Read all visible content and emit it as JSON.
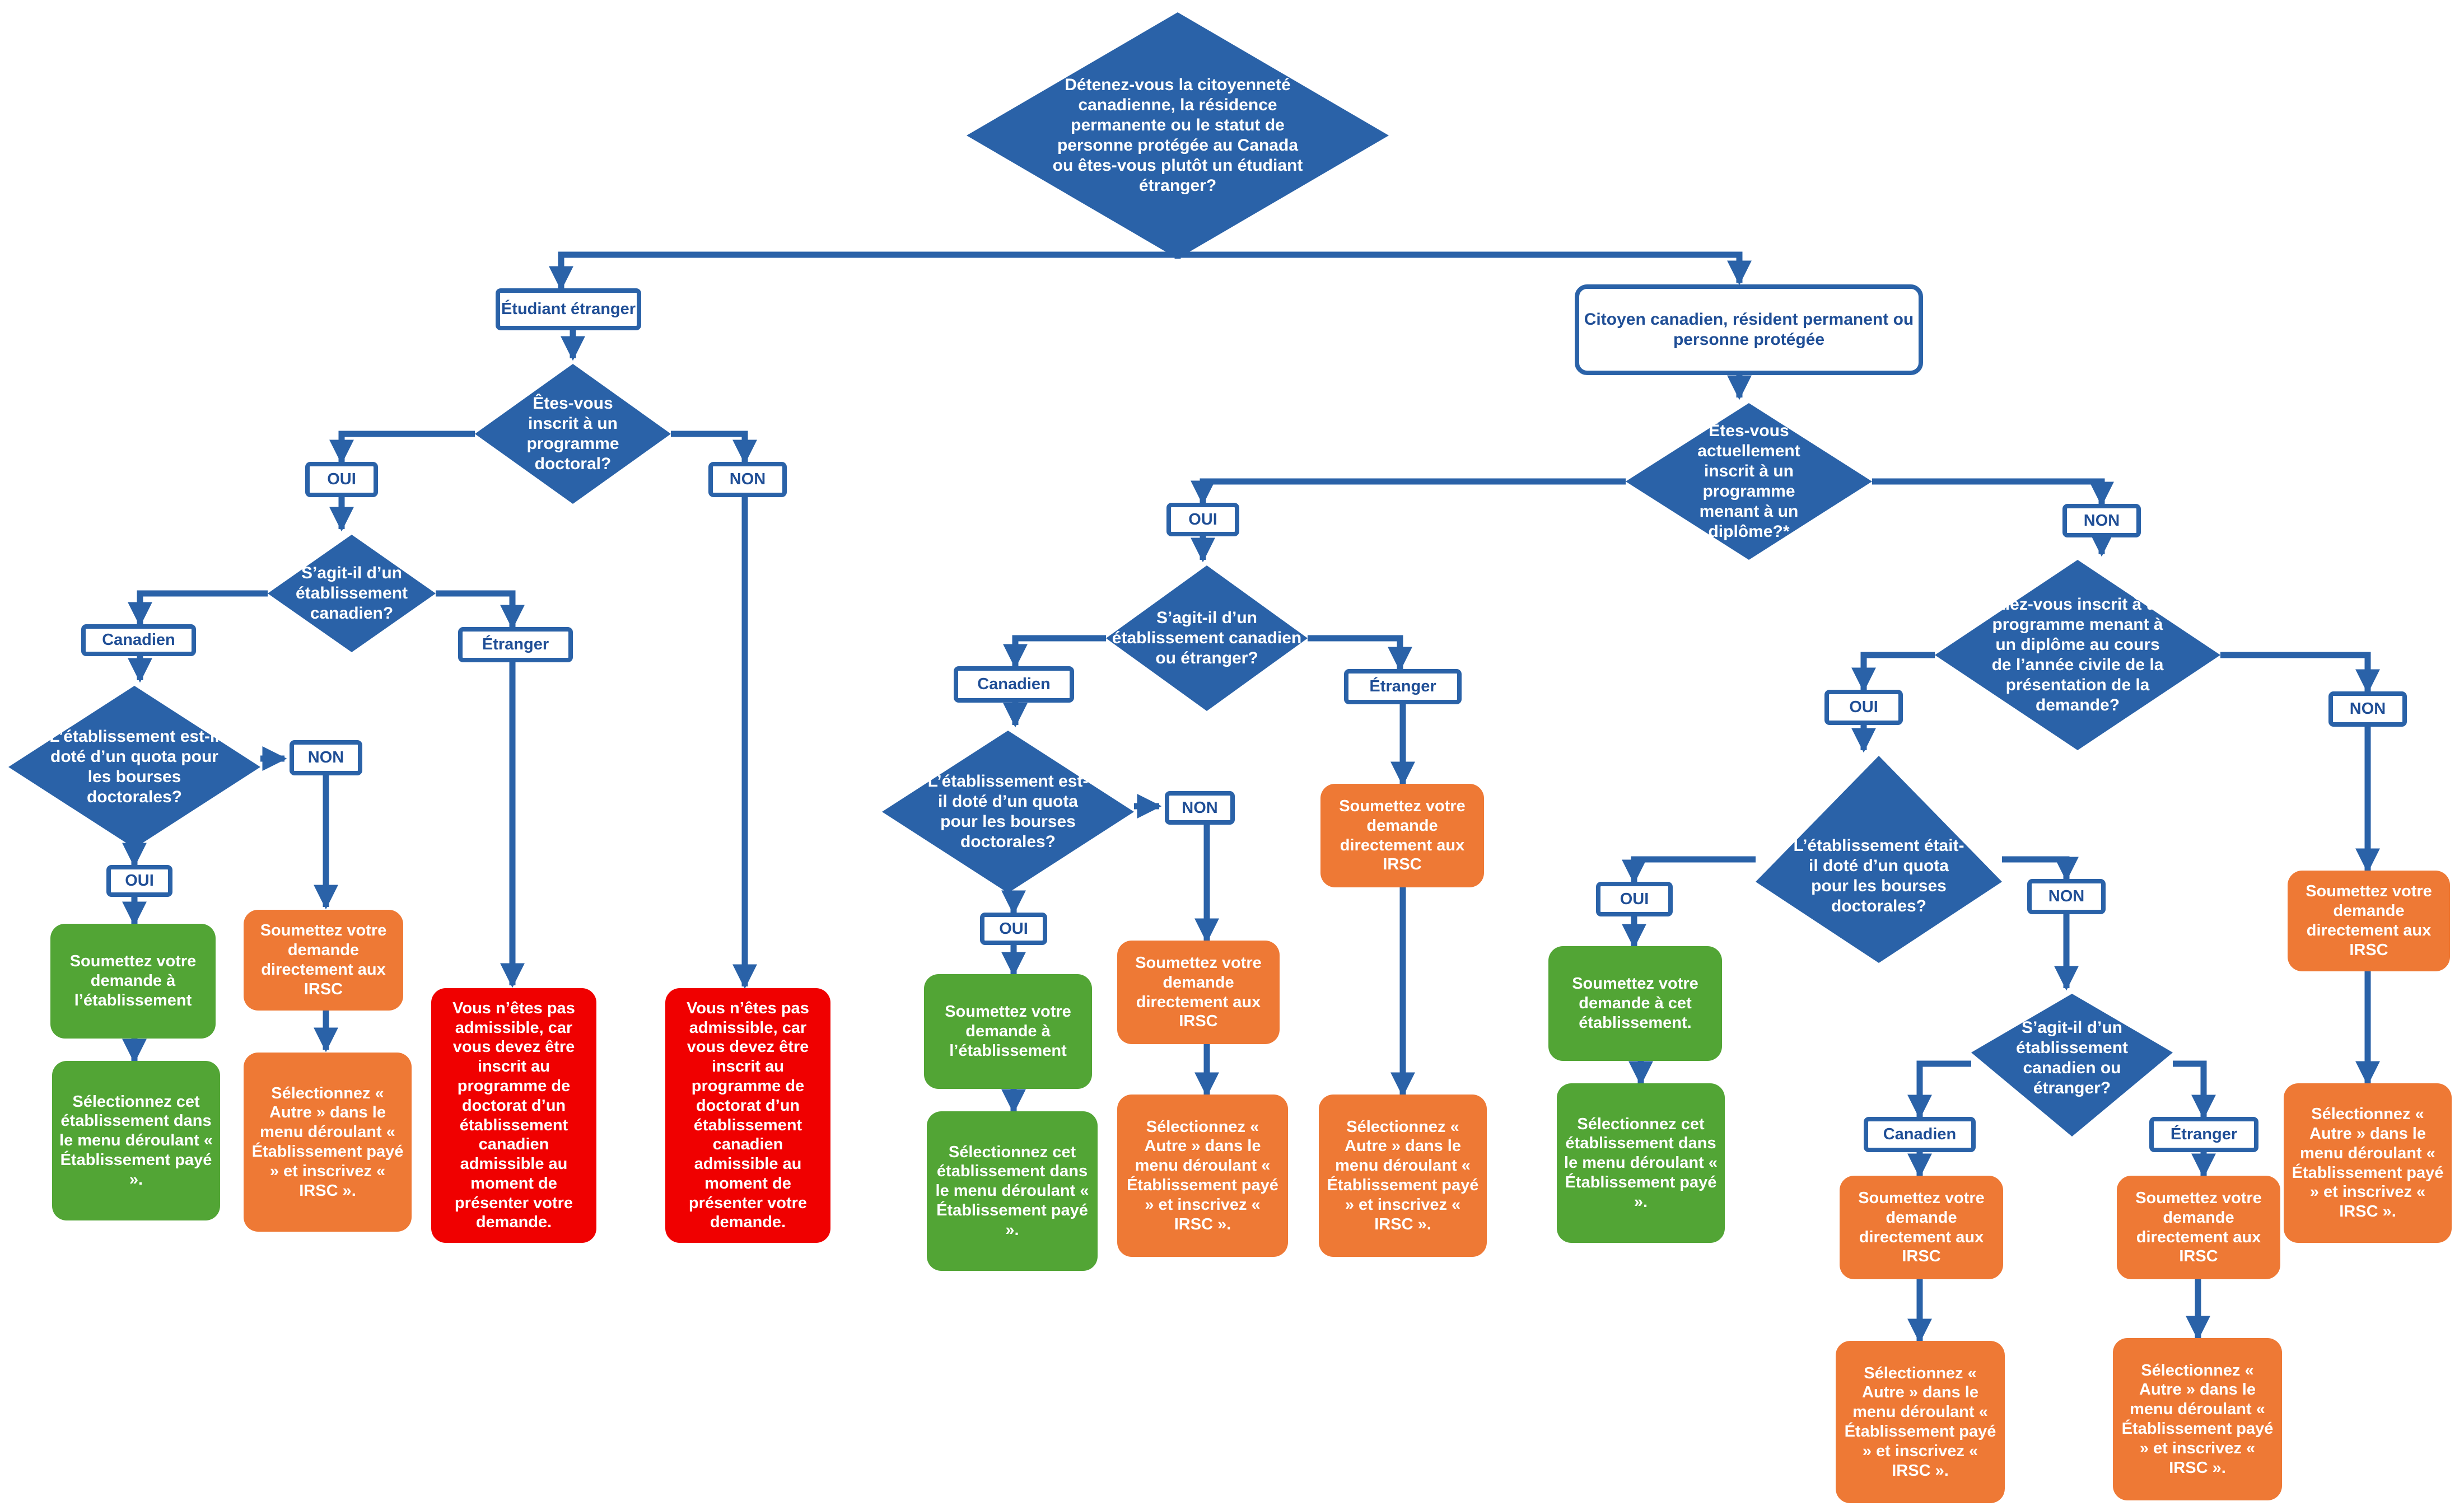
{
  "colors": {
    "diamond": "#2a62a8",
    "line": "#2a62a8",
    "label_text": "#1f4e96",
    "green": "#52a535",
    "orange": "#ee7935",
    "red": "#f00000"
  },
  "diamonds": {
    "q_citizenship": "Détenez-vous la citoyenneté canadienne, la résidence permanente ou le statut de personne protégée au Canada ou êtes-vous plutôt un étudiant étranger?",
    "q_intl_doctoral": "Êtes-vous inscrit à un programme doctoral?",
    "q_intl_institution": "S’agit-il d’un établissement canadien?",
    "q_intl_quota": "L’établissement est-il doté d’un quota pour les bourses doctorales?",
    "q_cit_enrolled": "Êtes-vous actuellement inscrit à un programme menant à un diplôme?*",
    "q_cit_institution": "S’agit-il d’un établissement canadien ou étranger?",
    "q_cit_quota": "L’établissement est-il doté d’un quota pour les bourses doctorales?",
    "q_cit_prev_enrolled": "Étiez-vous inscrit à un programme menant à un diplôme au cours de l’année civile de la présentation de la demande?",
    "q_cit_prev_quota": "L’établissement était-il doté d’un quota pour les bourses doctorales?",
    "q_cit_prev_institution": "S’agit-il d’un établissement canadien ou étranger?"
  },
  "labels": {
    "international": "Étudiant étranger",
    "citizen": "Citoyen canadien, résident permanent ou personne protégée",
    "oui": "OUI",
    "non": "NON",
    "canadien": "Canadien",
    "etranger": "Étranger"
  },
  "boxes": {
    "apply_institution": "Soumettez votre demande à l’établissement",
    "apply_this_institution": "Soumettez votre demande à cet établissement.",
    "select_institution": "Sélectionnez cet établissement dans le menu déroulant « Établissement payé ».",
    "apply_cihr": "Soumettez votre demande directement aux IRSC",
    "select_other": "Sélectionnez « Autre » dans le menu déroulant « Établissement payé » et inscrivez « IRSC ».",
    "not_eligible": "Vous n’êtes pas admissible, car vous devez être inscrit au programme de doctorat d’un établissement canadien admissible au moment de présenter votre demande."
  }
}
